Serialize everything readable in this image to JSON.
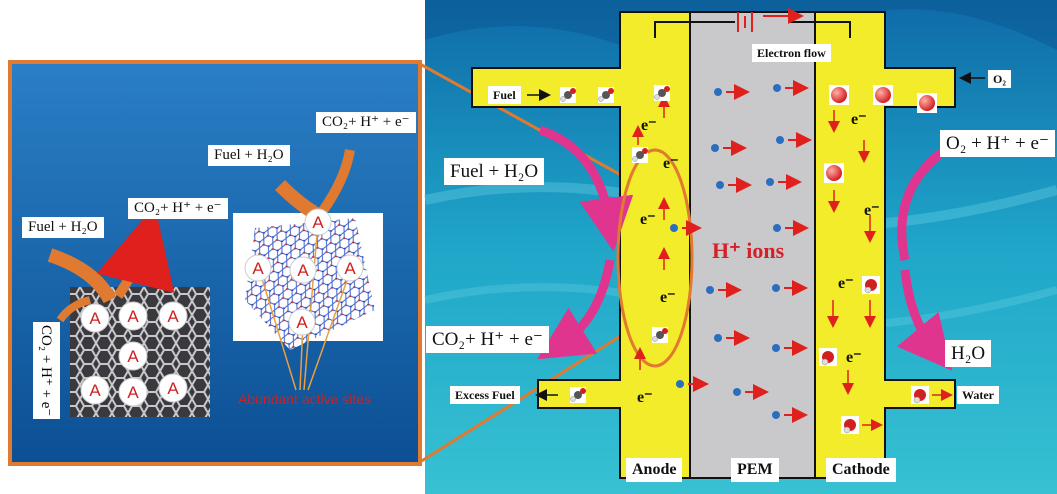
{
  "inset": {
    "panel_a": {
      "reactant": "Fuel + H₂O",
      "product_top": "CO₂+ H⁺ + e⁻",
      "product_side": "CO₂ + H⁺ + e⁻",
      "site_letter": "A"
    },
    "panel_b": {
      "reactant": "Fuel + H₂O",
      "product": "CO₂+ H⁺ + e⁻",
      "site_letter": "A",
      "caption": "Abundant active sites"
    }
  },
  "cell": {
    "electron_flow": "Electron flow",
    "fuel_in": "Fuel",
    "oxygen_in": "O₂",
    "excess_fuel": "Excess Fuel",
    "water_out": "Water",
    "anode_reactant": "Fuel + H₂O",
    "anode_product": "CO₂+ H⁺ + e⁻",
    "cathode_reactant": "O₂ + H⁺ + e⁻",
    "cathode_product": "H₂O",
    "membrane_ions": "H⁺ ions",
    "electron_symbol": "e⁻",
    "anode_label": "Anode",
    "membrane_label": "PEM",
    "cathode_label": "Cathode"
  },
  "colors": {
    "electrode": "#f3ec2a",
    "membrane": "#c9c9cc",
    "arrow_red": "#e0201c",
    "orange": "#e07a30",
    "magenta": "#e0358f",
    "ion_blue": "#2a6fbd",
    "ions_text": "#d4202a"
  },
  "icons": [
    "battery-icon",
    "fuel-molecule-icon",
    "oxygen-molecule-icon",
    "water-molecule-icon",
    "graphene-sheet",
    "doped-lattice"
  ]
}
